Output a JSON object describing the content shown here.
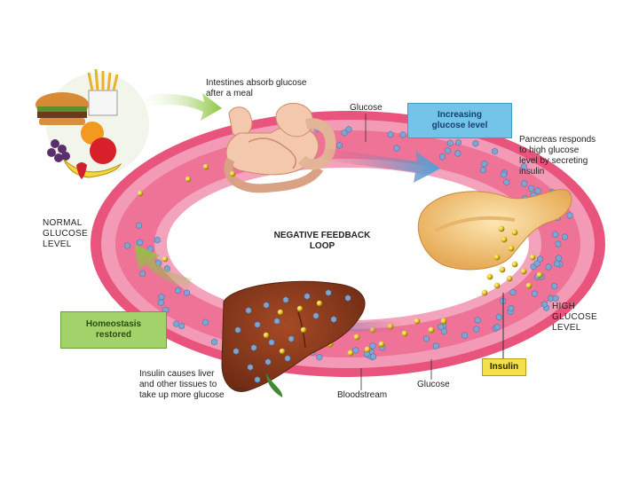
{
  "labels": {
    "intestines": "Intestines absorb glucose\nafter a meal",
    "glucose_top": "Glucose",
    "increasing": "Increasing\nglucose level",
    "pancreas": "Pancreas responds\nto high glucose\nlevel by secreting\ninsulin",
    "normal_level": "NORMAL\nGLUCOSE\nLEVEL",
    "negative_loop": "NEGATIVE FEEDBACK\nLOOP",
    "high_level": "HIGH\nGLUCOSE\nLEVEL",
    "homeostasis": "Homeostasis\nrestored",
    "insulin_box": "Insulin",
    "liver_caption": "Insulin causes liver\nand other tissues to\ntake up more glucose",
    "glucose_bottom": "Glucose",
    "bloodstream": "Bloodstream"
  },
  "colors": {
    "ring": "#e8547c",
    "ring_highlight": "#f7a9bf",
    "glucose_molecule": "#7fa6d3",
    "insulin_molecule": "#e2c21c",
    "liver": "#8a3a1c",
    "pancreas": "#f2c777",
    "intestine": "#f3c8ad",
    "arrow_green": "#8cc63f",
    "arrow_blue": "#4aa6dd"
  }
}
